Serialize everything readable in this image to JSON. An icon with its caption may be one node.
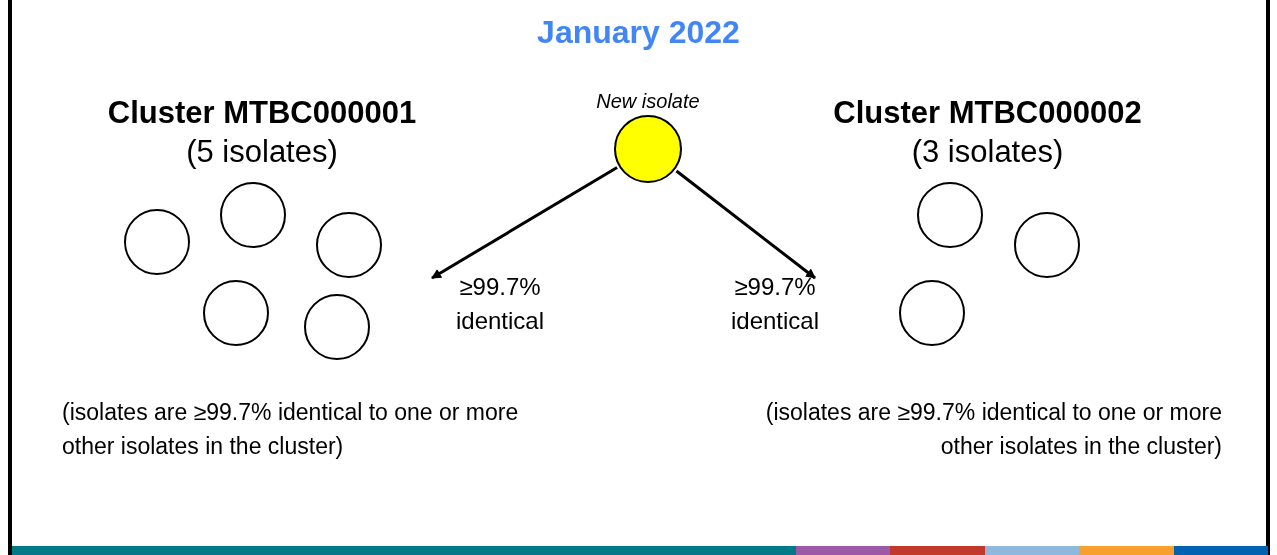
{
  "diagram": {
    "title": "January 2022",
    "nodes": [
      {
        "text": [
          "Cluster MTBC000001",
          "(5 isolates)"
        ],
        "beside": [
          "(isolates are ≥99.7% identical to one or more other isolates in the cluster)"
        ]
      },
      {
        "text": [],
        "shape": "circle",
        "in": 0
      },
      {
        "text": [],
        "shape": "circle",
        "in": 0
      },
      {
        "text": [],
        "shape": "circle",
        "in": 0
      },
      {
        "text": [],
        "shape": "circle",
        "in": 0
      },
      {
        "text": [],
        "shape": "circle",
        "in": 0
      },
      {
        "text": [],
        "shape": "circle",
        "beside": [
          "New isolate"
        ]
      },
      {
        "text": [
          "Cluster MTBC000002",
          "(3 isolates)"
        ],
        "beside": [
          "(isolates are ≥99.7% identical to one or more other isolates in the cluster)"
        ]
      },
      {
        "text": [],
        "shape": "circle",
        "in": 7
      },
      {
        "text": [],
        "shape": "circle",
        "in": 7
      },
      {
        "text": [],
        "shape": "circle",
        "in": 7
      }
    ],
    "edges": [
      {
        "from": 6,
        "to": 0,
        "arrow": "to",
        "label": "≥99.7% identical"
      },
      {
        "from": 6,
        "to": 7,
        "arrow": "to",
        "label": "≥99.7% identical"
      }
    ]
  }
}
